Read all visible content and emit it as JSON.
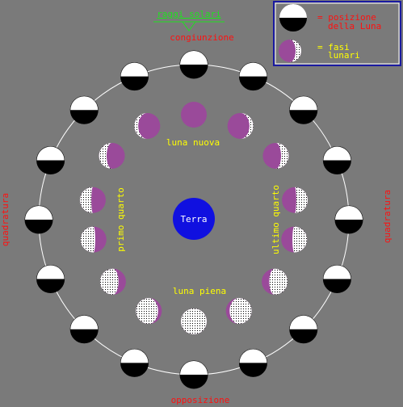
{
  "colors": {
    "background": "#7a7a7a",
    "orbit": "#ffffff",
    "moon_light": "#ffffff",
    "moon_dark": "#000000",
    "phase_fill": "#9a4a9a",
    "phase_dots": "#ffffff",
    "earth": "#1010e0",
    "label_red": "#ff1010",
    "label_yellow": "#ffff00",
    "label_green": "#20e020",
    "legend_border": "#ffffff",
    "legend_frame": "#1a1aa0"
  },
  "labels": {
    "solar_rays": "raggi solari",
    "conjunction": "congiunzione",
    "opposition": "opposizione",
    "quadrature_left": "quadratura",
    "quadrature_right": "quadratura",
    "new_moon": "luna nuova",
    "full_moon": "luna piena",
    "first_quarter": "primo quarto",
    "last_quarter": "ultimo quarto",
    "earth": "Terra"
  },
  "legend": {
    "position_line1": "= posizione",
    "position_line2": "della Luna",
    "phases_line1": "= fasi",
    "phases_line2": "lunari"
  },
  "orbit_positions_count": 16,
  "phase_positions_count": 14
}
